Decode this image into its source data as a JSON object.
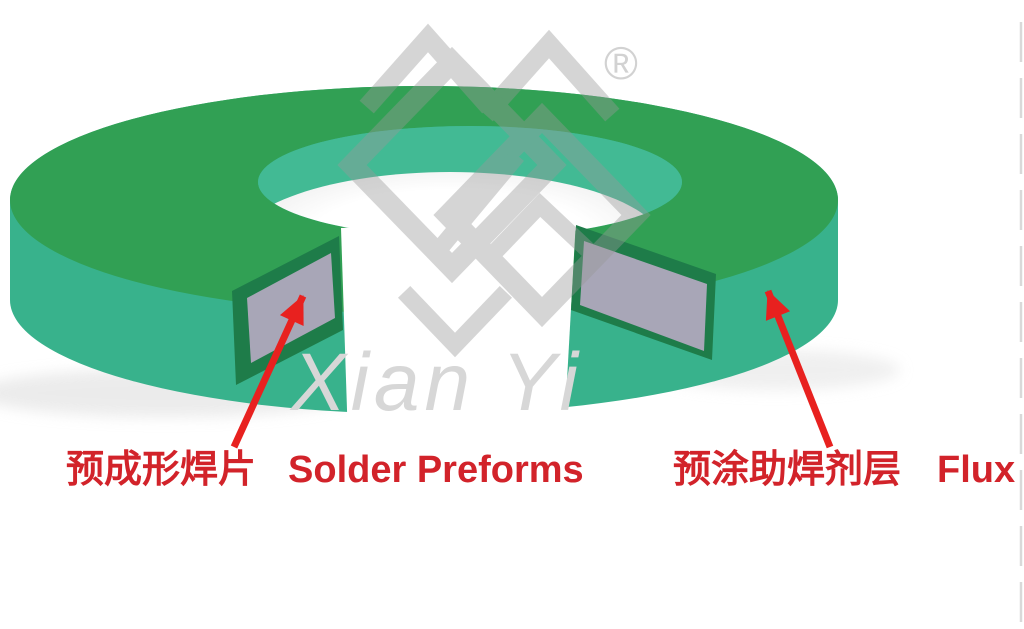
{
  "illustration": {
    "description_watermark_brand": "Xian Yi",
    "registered_symbol": "®",
    "colors": {
      "ring_top_green": "#31a054",
      "ring_side_teal": "#38b28c",
      "ring_inner_teal": "#42ba94",
      "flux_coating_green": "#1e7c49",
      "solder_core_gray": "#a8a6b7",
      "arrow_red": "#e8211f",
      "label_red": "#d2232a",
      "watermark_gray": "#999999"
    }
  },
  "annotations": {
    "left": {
      "zh": "预成形焊片",
      "en": "Solder Preforms"
    },
    "right": {
      "zh": "预涂助焊剂层",
      "en": "Flux"
    }
  }
}
